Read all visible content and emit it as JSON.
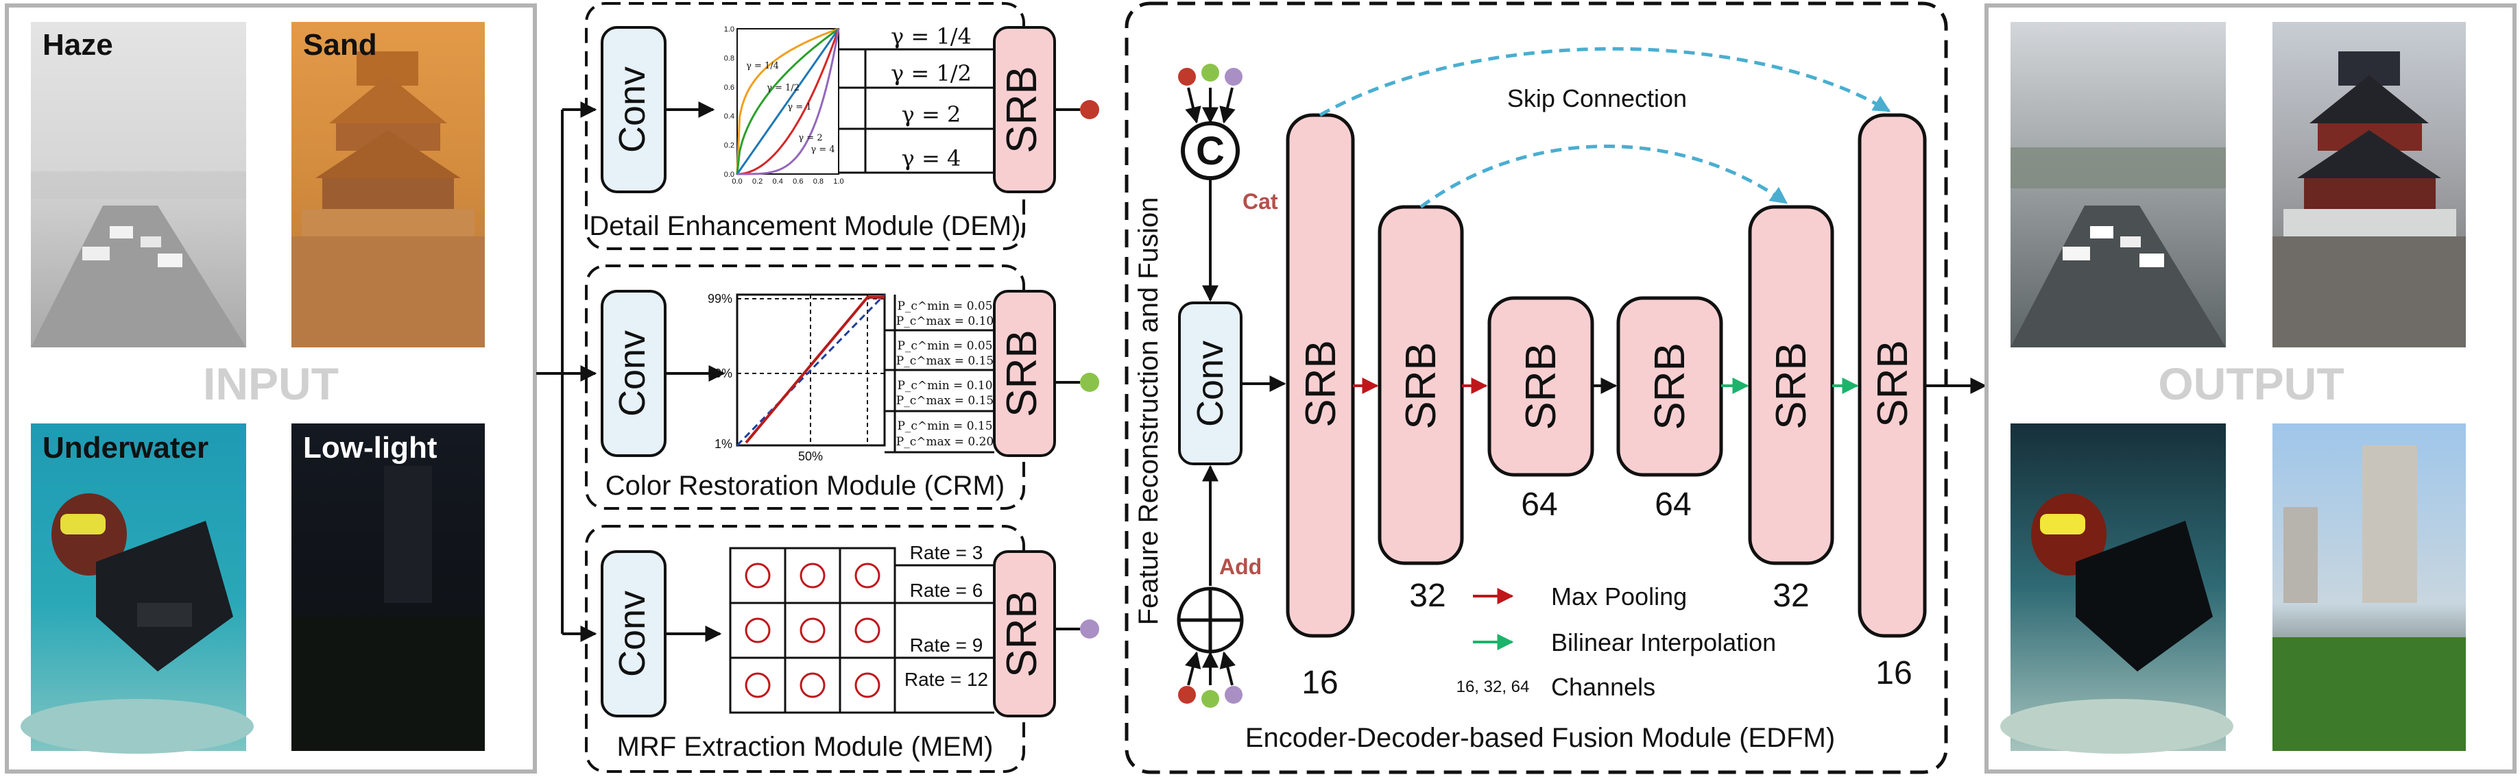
{
  "input": {
    "title": "INPUT",
    "tiles": [
      {
        "label": "Haze"
      },
      {
        "label": "Sand"
      },
      {
        "label": "Underwater"
      },
      {
        "label": "Low-light"
      }
    ]
  },
  "output": {
    "title": "OUTPUT"
  },
  "dem": {
    "caption": "Detail Enhancement Module (DEM)",
    "conv": "Conv",
    "srb": "SRB",
    "gamma_rows": [
      "γ = 1/4",
      "γ = 1/2",
      "γ = 2",
      "γ = 4"
    ],
    "curve_labels": [
      "γ = 1/4",
      "γ = 1/2",
      "γ = 1",
      "γ = 2",
      "γ = 4"
    ],
    "axis_ticks": [
      "0.0",
      "0.2",
      "0.4",
      "0.6",
      "0.8",
      "1.0"
    ],
    "dot_color": "#c0392b"
  },
  "crm": {
    "caption": "Color Restoration Module (CRM)",
    "conv": "Conv",
    "srb": "SRB",
    "rows": [
      [
        "P_c^min = 0.05",
        "P_c^max = 0.10"
      ],
      [
        "P_c^min = 0.05",
        "P_c^max = 0.15"
      ],
      [
        "P_c^min = 0.10",
        "P_c^max = 0.15"
      ],
      [
        "P_c^min = 0.15",
        "P_c^max = 0.20"
      ]
    ],
    "ticks": {
      "y_top": "99%",
      "y_mid": "50%",
      "y_bot": "1%",
      "x_mid": "50%"
    },
    "dot_color": "#8bc34a"
  },
  "mem": {
    "caption": "MRF Extraction Module (MEM)",
    "conv": "Conv",
    "srb": "SRB",
    "rates": [
      "Rate = 3",
      "Rate = 6",
      "Rate = 9",
      "Rate = 12"
    ],
    "dot_color": "#a98fc4"
  },
  "edfm": {
    "caption": "Encoder-Decoder-based Fusion Module (EDFM)",
    "vertical_label": "Feature Reconstruction and Fusion",
    "cat_symbol": "C",
    "cat_label": "Cat",
    "add_label": "Add",
    "conv": "Conv",
    "srb": "SRB",
    "skip_label": "Skip Connection",
    "channels": [
      "16",
      "32",
      "64",
      "64",
      "32",
      "16"
    ],
    "legend": {
      "max_pool": "Max Pooling",
      "bilinear": "Bilinear Interpolation",
      "channels_key": "16, 32, 64",
      "channels_label": "Channels"
    }
  },
  "colors": {
    "srb_fill": "#f8cfd1",
    "conv_fill": "#e6f1f8",
    "maxpool": "#c0161b",
    "bilinear": "#1db36b",
    "skip": "#4aaed0",
    "dot_red": "#c0392b",
    "dot_green": "#8bc34a",
    "dot_purple": "#a98fc4",
    "label_red": "#b5504a"
  }
}
